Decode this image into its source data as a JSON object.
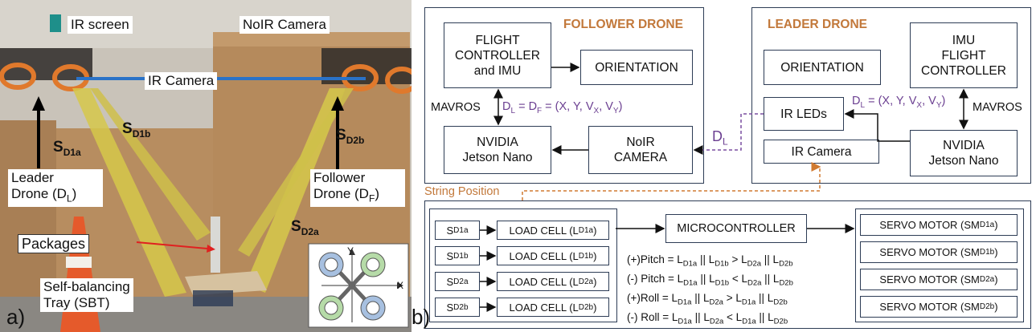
{
  "panel_a": {
    "letter": "a)",
    "ir_screen": "IR screen",
    "noir_camera": "NoIR Camera",
    "ir_camera": "IR Camera",
    "s_d1a": {
      "base": "S",
      "sub": "D1a"
    },
    "s_d1b": {
      "base": "S",
      "sub": "D1b"
    },
    "s_d2b": {
      "base": "S",
      "sub": "D2b"
    },
    "s_d2a": {
      "base": "S",
      "sub": "D2a"
    },
    "leader_line1": "Leader",
    "leader_line2": "Drone (D",
    "leader_sub": "L",
    "follower_line1": "Follower",
    "follower_line2": "Drone (D",
    "follower_sub": "F",
    "packages": "Packages",
    "sbt_line1": "Self-balancing",
    "sbt_line2": "Tray (SBT)",
    "axis_x": "X",
    "axis_y": "Y"
  },
  "panel_b": {
    "letter": "b)",
    "follower": {
      "title": "FOLLOWER DRONE",
      "flight_controller": [
        "FLIGHT",
        "CONTROLLER",
        "and IMU"
      ],
      "orientation": "ORIENTATION",
      "mavros": "MAVROS",
      "nvidia": [
        "NVIDIA",
        "Jetson Nano"
      ],
      "noir": [
        "NoIR",
        "CAMERA"
      ],
      "eq_prefix": "D",
      "eq_sub1": "L",
      "eq_mid": " = D",
      "eq_sub2": "F",
      "eq_tail": " = (X, Y, V",
      "eq_vx": "X",
      "eq_comma": ", V",
      "eq_vy": "Y",
      "eq_close": ")"
    },
    "leader": {
      "title": "LEADER DRONE",
      "orientation": "ORIENTATION",
      "imu": [
        "IMU",
        "FLIGHT",
        "CONTROLLER"
      ],
      "ir_leds": "IR LEDs",
      "ir_camera": "IR Camera",
      "mavros": "MAVROS",
      "nvidia": [
        "NVIDIA",
        "Jetson Nano"
      ],
      "eq_prefix": "D",
      "eq_sub1": "L",
      "eq_tail": " = (X, Y, V",
      "eq_vx": "X",
      "eq_comma": ", V",
      "eq_vy": "Y",
      "eq_close": ")"
    },
    "dl_label": {
      "base": "D",
      "sub": "L"
    },
    "string_position": "String Position",
    "bottom": {
      "sensors": [
        {
          "base": "S",
          "sub": "D1a"
        },
        {
          "base": "S",
          "sub": "D1b"
        },
        {
          "base": "S",
          "sub": "D2a"
        },
        {
          "base": "S",
          "sub": "D2b"
        }
      ],
      "load_cells": [
        {
          "base": "LOAD CELL (L",
          "sub": "D1a",
          "close": ")"
        },
        {
          "base": "LOAD CELL (L",
          "sub": "D1b",
          "close": ")"
        },
        {
          "base": "LOAD CELL (L",
          "sub": "D2a",
          "close": ")"
        },
        {
          "base": "LOAD CELL (L",
          "sub": "D2b",
          "close": ")"
        }
      ],
      "microcontroller": "MICROCONTROLLER",
      "servos": [
        {
          "base": "SERVO MOTOR (SM",
          "sub": "D1a",
          "close": ")"
        },
        {
          "base": "SERVO MOTOR (SM",
          "sub": "D1b",
          "close": ")"
        },
        {
          "base": "SERVO MOTOR (SM",
          "sub": "D2a",
          "close": ")"
        },
        {
          "base": "SERVO MOTOR (SM",
          "sub": "D2b",
          "close": ")"
        }
      ],
      "equations": [
        {
          "lead": "(+)Pitch = L",
          "s1": "D1a",
          "t1": " || L",
          "s2": "D1b",
          "op": " > L",
          "s3": "D2a",
          "t3": " || L",
          "s4": "D2b"
        },
        {
          "lead": "(-) Pitch = L",
          "s1": "D1a",
          "t1": " || L",
          "s2": "D1b",
          "op": " < L",
          "s3": "D2a",
          "t3": " || L",
          "s4": "D2b"
        },
        {
          "lead": "(+)Roll  = L",
          "s1": "D1a",
          "t1": " || L",
          "s2": "D2a",
          "op": " > L",
          "s3": "D1a",
          "t3": " || L",
          "s4": "D2b"
        },
        {
          "lead": "(-) Roll = L",
          "s1": "D1a",
          "t1": " || L",
          "s2": "D2a",
          "op": " < L",
          "s3": "D1a",
          "t3": " || L",
          "s4": "D2b"
        }
      ]
    }
  }
}
